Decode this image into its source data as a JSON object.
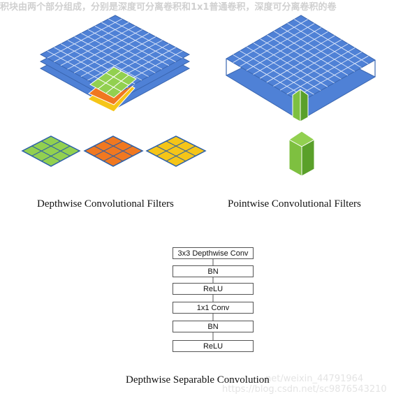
{
  "header": {
    "text": "积块由两个部分组成，分别是深度可分离卷积和1x1普通卷积，深度可分离卷积的卷"
  },
  "captions": {
    "depthwise": "Depthwise Convolutional Filters",
    "pointwise": "Pointwise Convolutional Filters",
    "separable": "Depthwise Separable Convolution"
  },
  "flow": {
    "steps": [
      "3x3 Depthwise Conv",
      "BN",
      "ReLU",
      "1x1 Conv",
      "BN",
      "ReLU"
    ]
  },
  "watermark": {
    "line1": "net/weixin_44791964",
    "line2": "https://blog.csdn.net/sc9876543210"
  },
  "colors": {
    "blue_fill": "#4f81d6",
    "blue_stroke": "#ffffff",
    "green": "#92d050",
    "orange": "#f07820",
    "yellow": "#f5c518"
  }
}
